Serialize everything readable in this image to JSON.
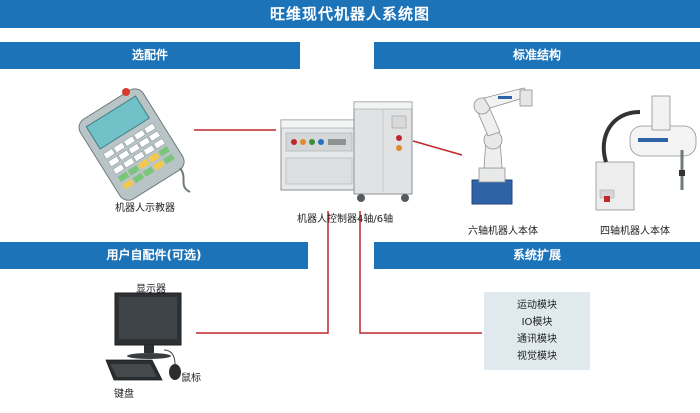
{
  "title": "旺维现代机器人系统图",
  "sections": {
    "optional_parts": "选配件",
    "standard_structure": "标准结构",
    "user_parts": "用户自配件(可选)",
    "system_expansion": "系统扩展"
  },
  "components": {
    "teach_pendant": "机器人示教器",
    "controller": "机器人控制器4轴/6轴",
    "six_axis_robot": "六轴机器人本体",
    "four_axis_robot": "四轴机器人本体",
    "display": "显示器",
    "keyboard": "键盘",
    "mouse": "鼠标"
  },
  "expansion_modules": [
    "运动模块",
    "IO模块",
    "通讯模块",
    "视觉模块"
  ],
  "colors": {
    "header_blue": "#1d73b8",
    "connector_red": "#c0282c",
    "module_box": "#dfe9ee"
  }
}
